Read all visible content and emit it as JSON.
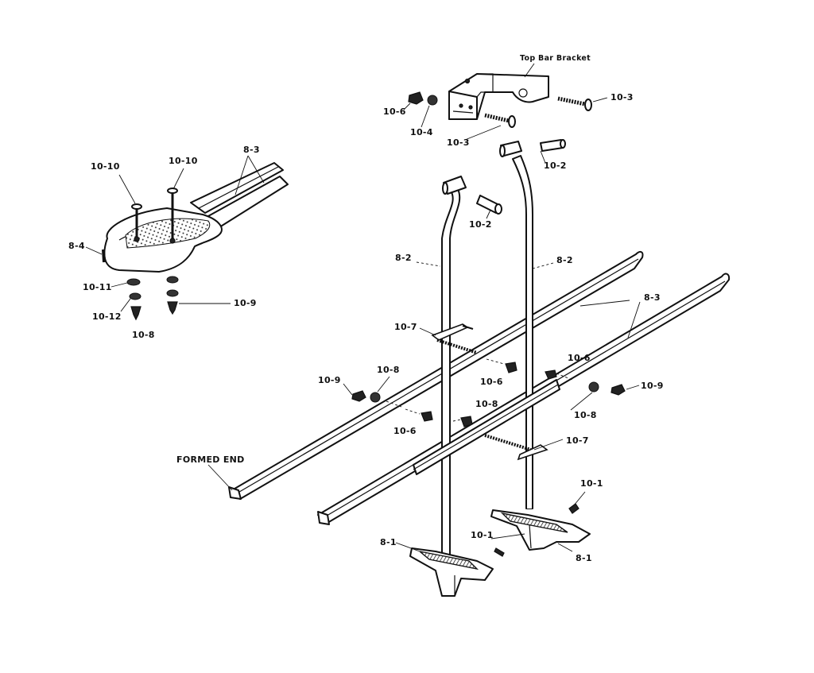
{
  "labels": {
    "top_bar_bracket": "Top Bar Bracket",
    "l_10_3_right": "10-3",
    "l_10_6_top": "10-6",
    "l_10_4": "10-4",
    "l_10_3_bottom": "10-3",
    "l_10_2_right": "10-2",
    "l_10_2_left": "10-2",
    "l_10_10_a": "10-10",
    "l_10_10_b": "10-10",
    "l_8_3_top": "8-3",
    "l_8_4": "8-4",
    "l_10_11": "10-11",
    "l_10_12": "10-12",
    "l_10_8_inset": "10-8",
    "l_10_9_inset": "10-9",
    "l_8_2_left": "8-2",
    "l_8_2_right": "8-2",
    "l_8_3_right": "8-3",
    "l_10_7_top": "10-7",
    "l_10_6_mid": "10-6",
    "l_10_6_right": "10-6",
    "l_10_9_left": "10-9",
    "l_10_8_left": "10-8",
    "l_10_9_right": "10-9",
    "l_10_8_right": "10-8",
    "l_10_6_lower": "10-6",
    "l_10_8_lower": "10-8",
    "l_10_7_bottom": "10-7",
    "formed_end": "FORMED END",
    "l_10_1_right": "10-1",
    "l_10_1_left": "10-1",
    "l_8_1_left": "8-1",
    "l_8_1_right": "8-1"
  }
}
